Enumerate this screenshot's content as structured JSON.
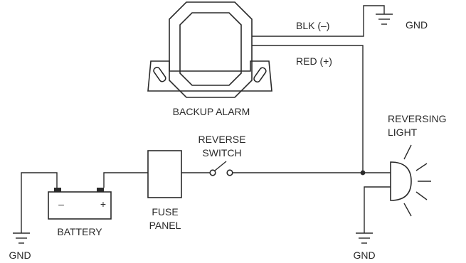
{
  "diagram": {
    "components": {
      "backup_alarm": "BACKUP ALARM",
      "battery": "BATTERY",
      "fuse_panel": [
        "FUSE",
        "PANEL"
      ],
      "reverse_switch": [
        "REVERSE",
        "SWITCH"
      ],
      "reversing_light": [
        "REVERSING",
        "LIGHT"
      ]
    },
    "wires": {
      "black": "BLK (–)",
      "red": "RED (+)"
    },
    "grounds": {
      "top": "GND",
      "battery": "GND",
      "light": "GND"
    },
    "battery_terminals": {
      "negative": "–",
      "positive": "+"
    }
  }
}
